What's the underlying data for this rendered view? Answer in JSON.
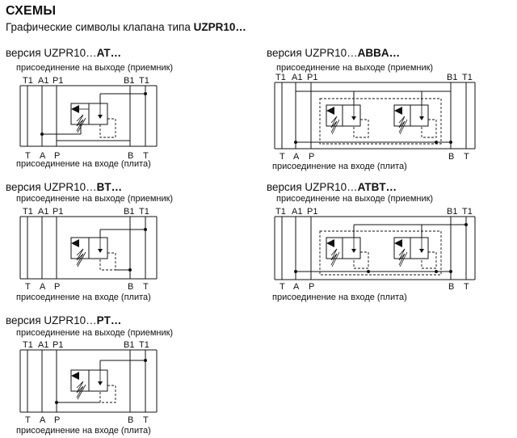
{
  "header": {
    "title": "СХЕМЫ",
    "subtitle_pre": "Графические символы  клапана типа ",
    "subtitle_model": "UZPR10…"
  },
  "diagrams": [
    {
      "id": "at",
      "version_prefix": "версия  UZPR10…",
      "version_code": "AT…",
      "top_caption": "присоединение на выходе (приемник)",
      "bottom_caption": "присоединение на входе (плита)",
      "top_ports": [
        "T1",
        "A1",
        "P1",
        "B1",
        "T1"
      ],
      "bottom_ports": [
        "T",
        "A",
        "P",
        "B",
        "T"
      ]
    },
    {
      "id": "abba",
      "version_prefix": "версия  UZPR10…",
      "version_code": "ABBA…",
      "top_caption": "присоединение на выходе (приемник)",
      "bottom_caption": "присоединение на входе (плита)",
      "top_ports": [
        "T1",
        "A1",
        "P1",
        "B1",
        "T1"
      ],
      "bottom_ports": [
        "T",
        "A",
        "P",
        "B",
        "T"
      ]
    },
    {
      "id": "bt",
      "version_prefix": "версия  UZPR10…",
      "version_code": "BT…",
      "top_caption": "присоединение на выходе (приемник)",
      "bottom_caption": "присоединение на входе (плита)",
      "top_ports": [
        "T1",
        "A1",
        "P1",
        "B1",
        "T1"
      ],
      "bottom_ports": [
        "T",
        "A",
        "P",
        "B",
        "T"
      ]
    },
    {
      "id": "atbt",
      "version_prefix": "версия  UZPR10…",
      "version_code": "ATBT…",
      "top_caption": "присоединение на выходе (приемник)",
      "bottom_caption": "присоединение на входе (плита)",
      "top_ports": [
        "T1",
        "A1",
        "P1",
        "B1",
        "T1"
      ],
      "bottom_ports": [
        "T",
        "A",
        "P",
        "B",
        "T"
      ]
    },
    {
      "id": "pt",
      "version_prefix": "версия  UZPR10…",
      "version_code": "PT…",
      "top_caption": "присоединение на выходе (приемник)",
      "bottom_caption": "присоединение на входе (плита)",
      "top_ports": [
        "T1",
        "A1",
        "P1",
        "B1",
        "T1"
      ],
      "bottom_ports": [
        "T",
        "A",
        "P",
        "B",
        "T"
      ]
    }
  ]
}
